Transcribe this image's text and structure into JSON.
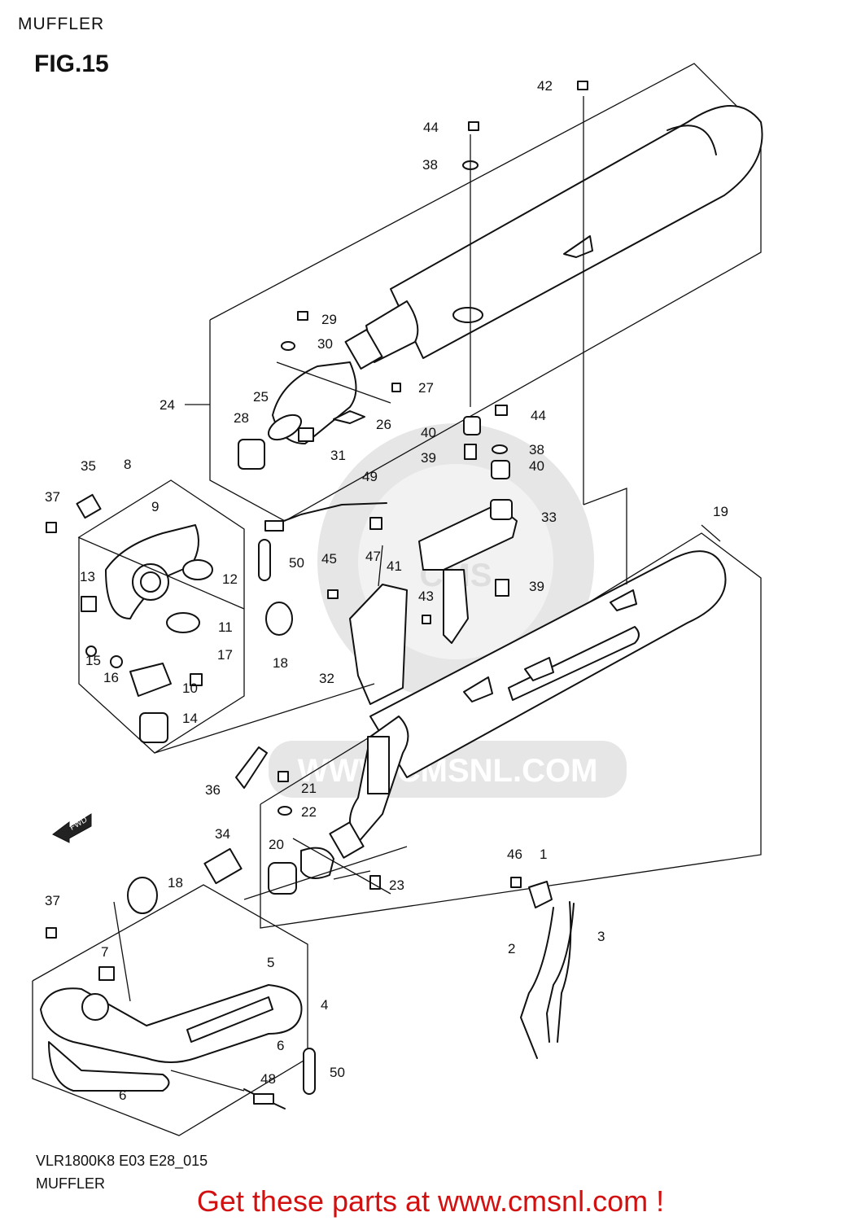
{
  "header": {
    "section_title": "MUFFLER",
    "figure_label": "FIG.15"
  },
  "footer": {
    "model_code": "VLR1800K8 E03 E28_015",
    "caption": "MUFFLER"
  },
  "promo_text": "Get these parts at www.cmsnl.com !",
  "watermark": {
    "text": "WWW.CMSNL.COM",
    "logo": "CMS"
  },
  "fwd_label": "FWD",
  "callouts": {
    "c1": "1",
    "c2": "2",
    "c3": "3",
    "c4": "4",
    "c5": "5",
    "c6a": "6",
    "c6b": "6",
    "c7": "7",
    "c8": "8",
    "c9": "9",
    "c10": "10",
    "c11": "11",
    "c12": "12",
    "c13": "13",
    "c14": "14",
    "c15": "15",
    "c16": "16",
    "c17": "17",
    "c18a": "18",
    "c18b": "18",
    "c19": "19",
    "c20": "20",
    "c21": "21",
    "c22": "22",
    "c23": "23",
    "c24": "24",
    "c25": "25",
    "c26": "26",
    "c27": "27",
    "c28": "28",
    "c29": "29",
    "c30": "30",
    "c31": "31",
    "c32": "32",
    "c33": "33",
    "c34": "34",
    "c35": "35",
    "c36": "36",
    "c37a": "37",
    "c37b": "37",
    "c38a": "38",
    "c38b": "38",
    "c39a": "39",
    "c39b": "39",
    "c40a": "40",
    "c40b": "40",
    "c41": "41",
    "c42": "42",
    "c43": "43",
    "c44a": "44",
    "c44b": "44",
    "c45": "45",
    "c46": "46",
    "c47": "47",
    "c48": "48",
    "c49": "49",
    "c50a": "50",
    "c50b": "50"
  },
  "colors": {
    "promo": "#d31010",
    "line": "#111111",
    "watermark": "#e6e6e6"
  }
}
